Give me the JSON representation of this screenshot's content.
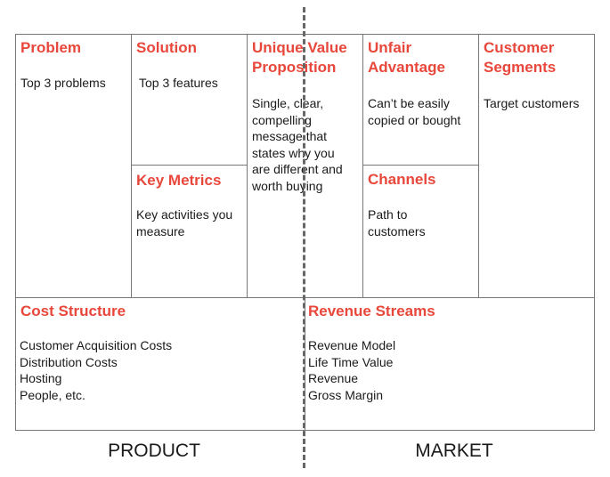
{
  "canvas": {
    "problem": {
      "title": "Problem",
      "body": "Top 3 problems"
    },
    "solution": {
      "title": "Solution",
      "body": "Top 3 features"
    },
    "key_metrics": {
      "title": "Key Metrics",
      "body": "Key activities you\nmeasure"
    },
    "unique_value_proposition": {
      "title": "Unique Value\nProposition",
      "body": "Single, clear,\ncompelling\nmessage that\nstates why you\nare different and\nworth buying"
    },
    "unfair_advantage": {
      "title": "Unfair\nAdvantage",
      "body": "Can’t be easily\ncopied or bought"
    },
    "channels": {
      "title": "Channels",
      "body": "Path to\ncustomers"
    },
    "customer_segments": {
      "title": "Customer\nSegments",
      "body": "Target customers"
    },
    "cost_structure": {
      "title": "Cost Structure",
      "body": "Customer Acquisition Costs\nDistribution Costs\nHosting\nPeople, etc."
    },
    "revenue_streams": {
      "title": "Revenue Streams",
      "body": "Revenue Model\nLife Time Value\nRevenue\nGross Margin"
    }
  },
  "footer": {
    "left_label": "PRODUCT",
    "right_label": "MARKET"
  },
  "colors": {
    "title": "#e8483b",
    "border": "#777777",
    "text": "#1a1a1a"
  }
}
